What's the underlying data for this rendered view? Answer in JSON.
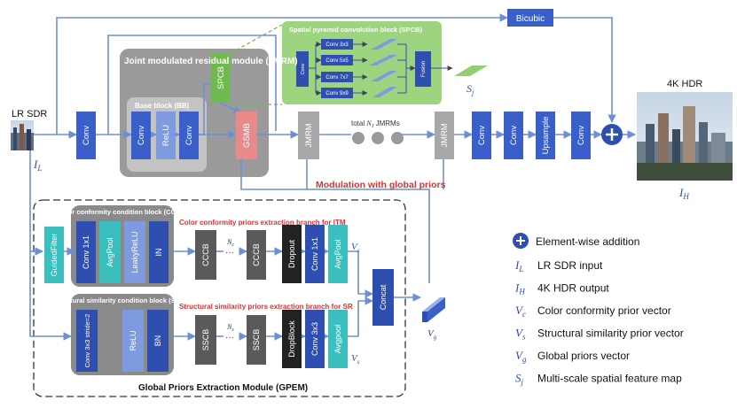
{
  "inputs": {
    "lr_label": "LR SDR",
    "lr_symbol": "I",
    "lr_sub": "L",
    "hdr_label": "4K HDR",
    "hdr_symbol": "I",
    "hdr_sub": "H"
  },
  "main": {
    "conv": "Conv",
    "bicubic": "Bicubic",
    "upsample": "Upsample",
    "jmrm": "JMRM",
    "total_prefix": "total ",
    "total_n": "N",
    "total_sub": "J",
    "total_suffix": " JMRMs",
    "modulation": "Modulation with global priors"
  },
  "jmrm_module": {
    "title": "Joint modulated residual module (JMRM)",
    "base_block": "Base block (BB)",
    "conv": "Conv",
    "relu": "ReLU",
    "spcb": "SPCB",
    "gsmb": "GSMB"
  },
  "spcb_detail": {
    "title": "Spatial pyramid convolution block (SPCB)",
    "conv": "Conv",
    "branches": [
      "Conv 3x3",
      "Conv 5x5",
      "Conv 7x7",
      "Conv 9x9"
    ],
    "fusion": "Fusion",
    "out_symbol": "S",
    "out_sub": "j"
  },
  "gpem": {
    "title": "Global Priors Extraction Module (GPEM)",
    "guided_filter": "GuidedFilter",
    "cccb_title": "Color conformity condition block (CCCB)",
    "cccb_items": [
      "Conv 1x1",
      "AvgPool",
      "LeakyReLU",
      "IN"
    ],
    "ssbc_title": "Structural similarity condition block (SSCB)",
    "sscb_items": [
      "Conv 3x3 stride=2",
      "ReLU",
      "BN"
    ],
    "cccb": "CCCB",
    "sscb": "SSCB",
    "nc": "N",
    "nc_sub": "c",
    "ns": "N",
    "ns_sub": "s",
    "ellipsis": "···",
    "color_branch_label": "Color conformity priors extraction branch for ITM",
    "struct_branch_label": "Structural similarity priors extraction branch for SR",
    "color_tail": [
      "Dropout",
      "Conv 1x1",
      "AvgPool"
    ],
    "struct_tail": [
      "DropBlock",
      "Conv 3x3",
      "Avgpool"
    ],
    "concat": "Concat",
    "vc_symbol": "V",
    "vc_sub": "c",
    "vs_symbol": "V",
    "vs_sub": "s",
    "vg_symbol": "V",
    "vg_sub": "g"
  },
  "legend": {
    "add_label": "Element-wise addition",
    "items": [
      {
        "sym": "I",
        "sub": "L",
        "text": "LR SDR input"
      },
      {
        "sym": "I",
        "sub": "H",
        "text": "4K HDR output"
      },
      {
        "sym": "V",
        "sub": "c",
        "text": "Color conformity prior vector"
      },
      {
        "sym": "V",
        "sub": "s",
        "text": "Structural similarity prior vector"
      },
      {
        "sym": "V",
        "sub": "g",
        "text": "Global priors vector"
      },
      {
        "sym": "S",
        "sub": "j",
        "text": "Multi-scale spatial feature map"
      }
    ]
  },
  "colors": {
    "blue": "#3a5fc8",
    "blue_dark": "#2f4fb0",
    "teal": "#3bbfbe",
    "light_blue": "#7e9be0",
    "green": "#70b850",
    "pink": "#e88a8a",
    "gray": "#a8a8a8",
    "dark_gray": "#5a5a5a",
    "red_text": "#e03030",
    "line": "#6e8fd8"
  }
}
